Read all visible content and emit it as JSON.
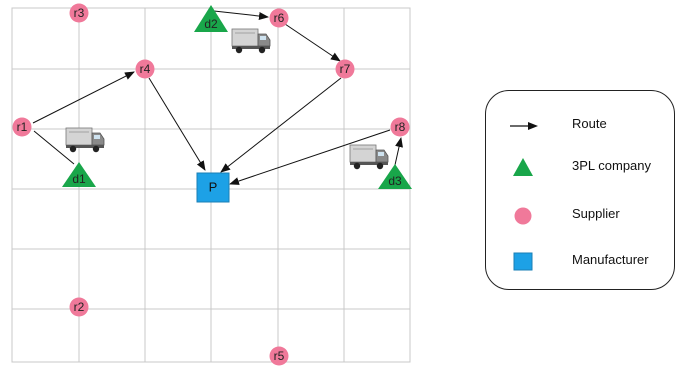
{
  "colors": {
    "supplier": "#f0799a",
    "tpl": "#19a64a",
    "manufacturer": "#1da1e6",
    "grid": "#c8c8c8",
    "route": "#111111"
  },
  "nodes": {
    "r1": "r1",
    "r2": "r2",
    "r3": "r3",
    "r4": "r4",
    "r5": "r5",
    "r6": "r6",
    "r7": "r7",
    "r8": "r8",
    "d1": "d1",
    "d2": "d2",
    "d3": "d3",
    "p": "P"
  },
  "routes": [
    [
      "d1",
      "r1"
    ],
    [
      "r1",
      "r4"
    ],
    [
      "r4",
      "p"
    ],
    [
      "d2",
      "r6"
    ],
    [
      "r6",
      "r7"
    ],
    [
      "r7",
      "p"
    ],
    [
      "d3",
      "r8"
    ],
    [
      "r8",
      "p"
    ]
  ],
  "legend": {
    "route": "Route",
    "tpl": "3PL company",
    "supplier": "Supplier",
    "manufacturer": "Manufacturer"
  }
}
